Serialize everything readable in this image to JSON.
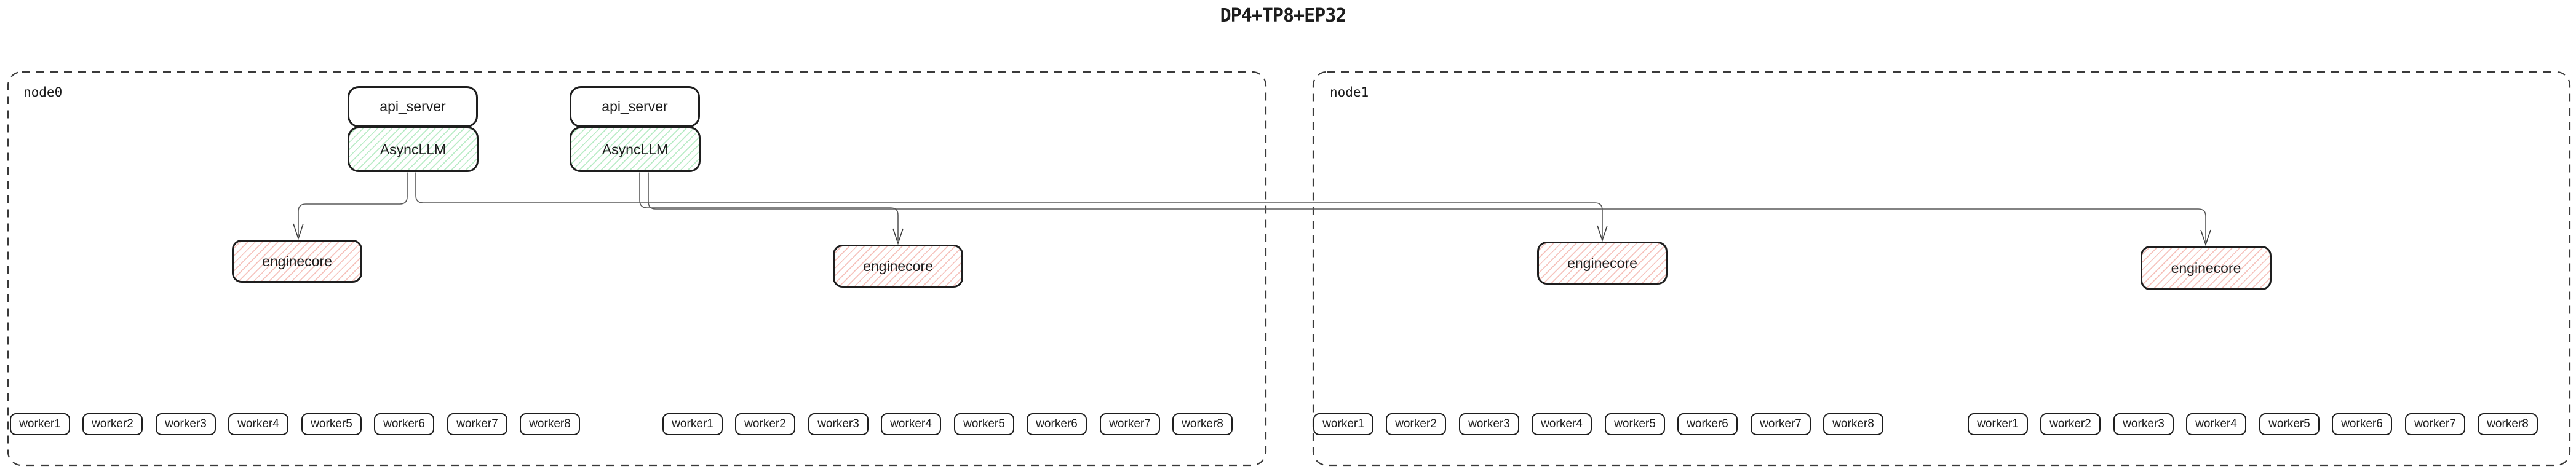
{
  "title": "DP4+TP8+EP32",
  "colors": {
    "box_border": "#1e1e1e",
    "node_border": "#3a3a3a",
    "edge": "#5a5a5a",
    "edge_dark": "#3c3c3c",
    "green_hatch": "#b9ecc6",
    "red_hatch": "#f6c3bd"
  },
  "nodes": [
    {
      "label": "node0"
    },
    {
      "label": "node1"
    }
  ],
  "stacks": [
    {
      "api": "api_server",
      "llm": "AsyncLLM"
    },
    {
      "api": "api_server",
      "llm": "AsyncLLM"
    }
  ],
  "enginecores": [
    "enginecore",
    "enginecore",
    "enginecore",
    "enginecore"
  ],
  "worker_groups": [
    [
      "worker1",
      "worker2",
      "worker3",
      "worker4",
      "worker5",
      "worker6",
      "worker7",
      "worker8"
    ],
    [
      "worker1",
      "worker2",
      "worker3",
      "worker4",
      "worker5",
      "worker6",
      "worker7",
      "worker8"
    ],
    [
      "worker1",
      "worker2",
      "worker3",
      "worker4",
      "worker5",
      "worker6",
      "worker7",
      "worker8"
    ],
    [
      "worker1",
      "worker2",
      "worker3",
      "worker4",
      "worker5",
      "worker6",
      "worker7",
      "worker8"
    ]
  ]
}
